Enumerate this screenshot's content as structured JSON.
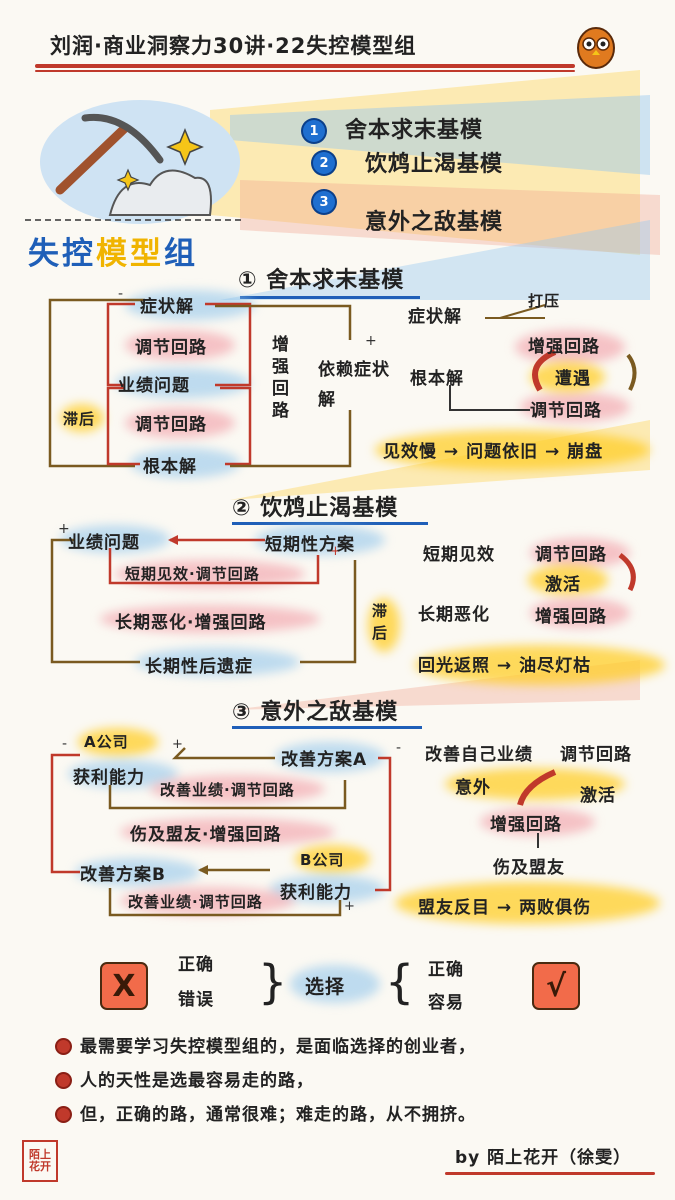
{
  "title": "刘润·商业洞察力30讲·22失控模型组",
  "brand_title_part1": "失控",
  "brand_title_part2": "模型",
  "brand_title_part3": "组",
  "toc": [
    {
      "num": "1",
      "label": "舍本求末基模"
    },
    {
      "num": "2",
      "label": "饮鸩止渴基模"
    },
    {
      "num": "3",
      "label": "意外之敌基模"
    }
  ],
  "s1": {
    "heading": "① 舍本求末基模",
    "left": {
      "symptom": "症状解",
      "regulate1": "调节回路",
      "problem": "业绩问题",
      "delay": "滞后",
      "regulate2": "调节回路",
      "root": "根本解",
      "reinforce": "增强回路",
      "depend": "依赖症状解"
    },
    "right": {
      "symptom": "症状解",
      "fight": "打压",
      "reinforce": "增强回路",
      "meet": "遭遇",
      "root": "根本解",
      "regulate": "调节回路",
      "result": "见效慢 → 问题依旧 → 崩盘"
    }
  },
  "s2": {
    "heading": "② 饮鸩止渴基模",
    "left": {
      "problem": "业绩问题",
      "short": "短期性方案",
      "short_effect": "短期见效·调节回路",
      "long_worse": "长期恶化·增强回路",
      "delay": "滞后",
      "long_after": "长期性后遗症"
    },
    "right": {
      "short_effect": "短期见效",
      "regulate": "调节回路",
      "activate": "激活",
      "long_worse": "长期恶化",
      "reinforce": "增强回路",
      "result": "回光返照 → 油尽灯枯"
    }
  },
  "s3": {
    "heading": "③ 意外之敌基模",
    "left": {
      "company_a": "A公司",
      "profit_a": "获利能力",
      "plan_a": "改善方案A",
      "improve_a": "改善业绩·调节回路",
      "hurt": "伤及盟友·增强回路",
      "plan_b": "改善方案B",
      "company_b": "B公司",
      "profit_b": "获利能力",
      "improve_b": "改善业绩·调节回路"
    },
    "right": {
      "improve": "改善自己业绩",
      "regulate": "调节回路",
      "accident": "意外",
      "activate": "激活",
      "reinforce": "增强回路",
      "hurt": "伤及盟友",
      "result": "盟友反目 → 两败俱伤"
    }
  },
  "choice": {
    "x_mark": "X",
    "left_top": "正确",
    "left_bottom": "错误",
    "center": "选择",
    "right_top": "正确",
    "right_bottom": "容易",
    "check_mark": "√"
  },
  "notes": [
    "最需要学习失控模型组的，是面临选择的创业者，",
    "人的天性是选最容易走的路，",
    "但，正确的路，通常很难；难走的路，从不拥挤。"
  ],
  "signature": "by 陌上花开（徐雯）",
  "seal_text": "陌上花开",
  "colors": {
    "red": "#c0392b",
    "blue": "#1f6fd0",
    "yellow": "#ffcd28",
    "brown": "#7a5a20"
  }
}
